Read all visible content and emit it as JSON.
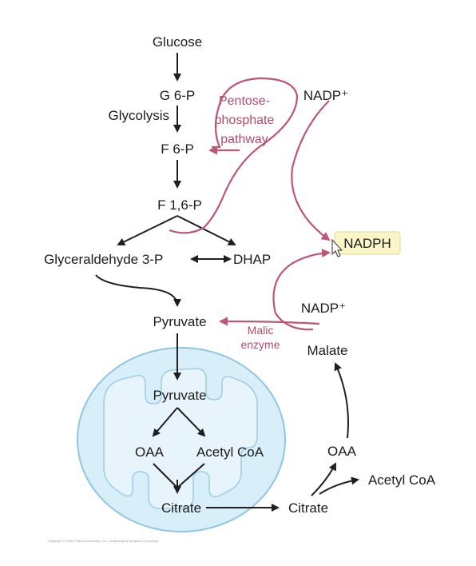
{
  "nodes": {
    "glucose": "Glucose",
    "g6p": "G 6-P",
    "glycolysis": "Glycolysis",
    "f6p": "F 6-P",
    "f16p": "F 1,6-P",
    "glyceraldehyde": "Glyceraldehyde 3-P",
    "dhap": "DHAP",
    "pyruvate_cyto": "Pyruvate",
    "pyruvate_mito": "Pyruvate",
    "oaa_mito": "OAA",
    "acetylcoa_mito": "Acetyl CoA",
    "citrate_mito": "Citrate",
    "citrate_cyto": "Citrate",
    "oaa_cyto": "OAA",
    "acetylcoa_cyto": "Acetyl CoA",
    "malate": "Malate",
    "nadp_top": "NADP⁺",
    "nadp_mid": "NADP⁺",
    "nadph": "NADPH"
  },
  "pathway": {
    "pentose_line1": "Pentose-",
    "pentose_line2": "phosphate",
    "pentose_line3": "pathway",
    "malic_line1": "Malic",
    "malic_line2": "enzyme"
  },
  "footer": {
    "copyright": "Copyright © 2006 Pearson Education, Inc., publishing as Benjamin Cummings"
  },
  "colors": {
    "pathway_accent": "#c05474",
    "mitochondrion_fill": "#d8eef8",
    "mitochondrion_border": "#8fc6e3",
    "highlight_fill": "#fbf6c8"
  }
}
